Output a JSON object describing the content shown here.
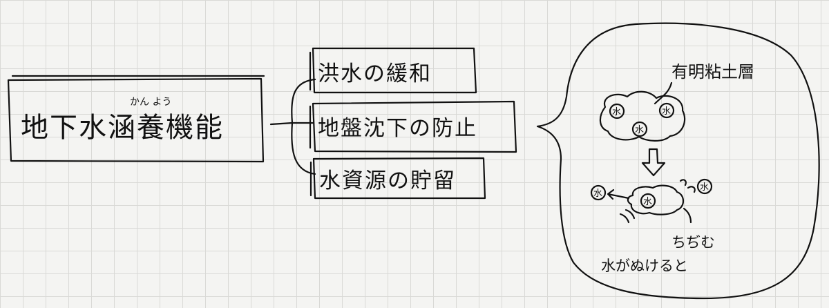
{
  "main_topic": {
    "label": "地下水涵養機能",
    "ruby": "かん よう"
  },
  "branches": [
    {
      "label": "洪水の緩和"
    },
    {
      "label": "地盤沈下の防止"
    },
    {
      "label": "水資源の貯留"
    }
  ],
  "illustration": {
    "layer_label": "有明粘土層",
    "water_symbol": "水",
    "shrink_label": "ちぢむ",
    "caption": "水がぬけると"
  }
}
